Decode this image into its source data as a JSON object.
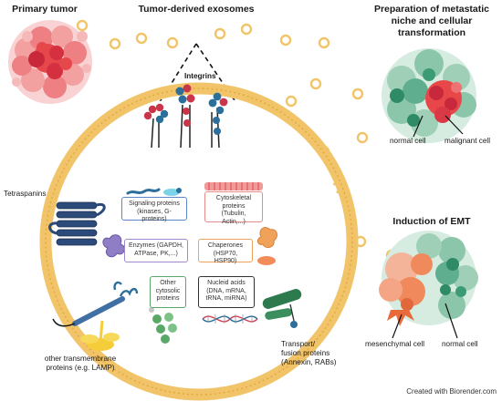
{
  "titles": {
    "primary_tumor": "Primary tumor",
    "exosomes": "Tumor-derived exosomes",
    "metastatic_l1": "Preparation of metastatic",
    "metastatic_l2": "niche and cellular",
    "metastatic_l3": "transformation",
    "emt": "Induction of EMT"
  },
  "labels": {
    "integrins": "Integrins",
    "tetraspanins": "Tetraspanins",
    "other_tm_l1": "other transmembrane",
    "other_tm_l2": "proteins (e.g. LAMP)",
    "transport_l1": "Transport/",
    "transport_l2": "fusion proteins",
    "transport_l3": "(Annexin, RABs)",
    "normal_cell_top": "normal cell",
    "malignant_cell": "malignant cell",
    "mesenchymal_cell": "mesenchymal cell",
    "normal_cell_bottom": "normal cell"
  },
  "boxes": {
    "signaling_l1": "Signaling proteins",
    "signaling_l2": "(kinases, G-proteins)",
    "cytoskeletal_l1": "Cytoskeletal",
    "cytoskeletal_l2": "proteins",
    "cytoskeletal_l3": "(Tubulin, Actin,...)",
    "enzymes_l1": "Enzymes (GAPDH,",
    "enzymes_l2": "ATPase, PK,...)",
    "chaperones_l1": "Chaperones",
    "chaperones_l2": "(HSP70, HSP90)",
    "other_cyt_l1": "Other",
    "other_cyt_l2": "cytosolic",
    "other_cyt_l3": "proteins",
    "nucleic_l1": "Nucleid acids",
    "nucleic_l2": "(DNA, mRNA,",
    "nucleic_l3": "tRNA, miRNA)"
  },
  "credit": "Created with Biorender.com",
  "colors": {
    "membrane": "#f2c46a",
    "membrane_dark": "#e5a93a",
    "tumor_red": "#e8474a",
    "tumor_pink": "#f4a3a3",
    "normal_green": "#5fae8f",
    "normal_light": "#a9d6c1",
    "mesenchymal": "#f08a5d",
    "tetraspanin": "#2c4a7a",
    "integrin_red": "#c9364a",
    "integrin_blue": "#2b6f9a",
    "signaling_border": "#5b87c9",
    "cytoskeletal_border": "#e78b8b",
    "enzymes_border": "#9f8ad0",
    "chaperones_border": "#f0a15a",
    "other_border": "#5aa867",
    "nucleic_border": "#333333"
  }
}
